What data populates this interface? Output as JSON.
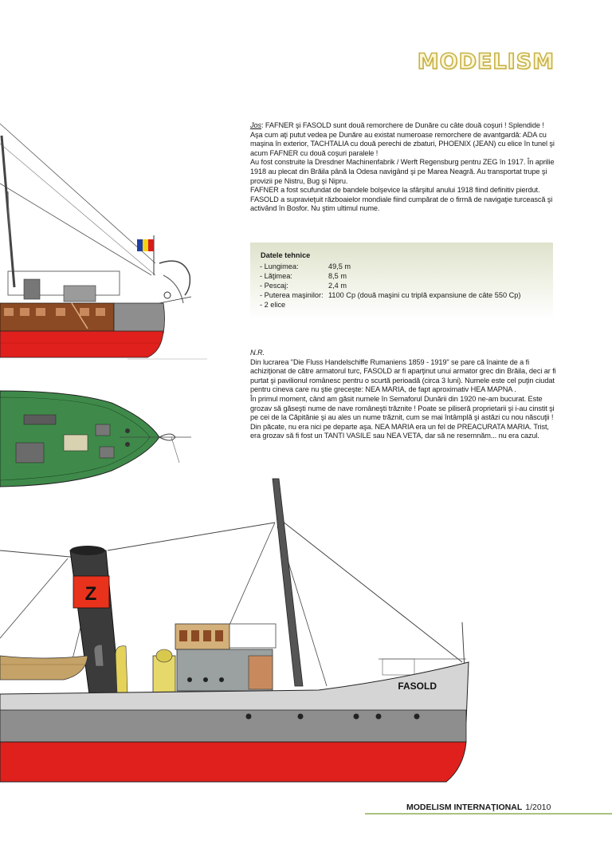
{
  "header": {
    "brand": "MODELISM"
  },
  "intro": {
    "lead": "Jos",
    "lines": [
      ": FAFNER şi FASOLD sunt două remorchere de Dunăre cu câte două coşuri ! Splendide ! Aşa cum aţi putut vedea pe Dunăre au existat numeroase remorchere de avantgardă: ADA cu maşina în exterior, TACHTALIA cu două perechi de zbaturi, PHOENIX (JEAN) cu elice în tunel şi acum FAFNER cu două coşuri paralele !",
      "Au fost construite la Dresdner Machinenfabrik / Werft Regensburg pentru ZEG în 1917. În aprilie 1918 au plecat din Brăila până la Odesa navigând şi pe Marea Neagră. Au transportat trupe şi provizii pe Nistru, Bug şi Nipru.",
      "FAFNER a fost scufundat de bandele bolşevice la sfârşitul anului 1918 fiind definitiv pierdut.",
      "FASOLD a supravieţuit războaielor mondiale fiind cumpărat de o firmă de navigaţie turcească şi activând în Bosfor. Nu ştim ultimul nume."
    ]
  },
  "specs": {
    "title": "Datele tehnice",
    "rows": [
      {
        "label": "- Lungimea:",
        "value": "49,5 m"
      },
      {
        "label": "- Lăţimea:",
        "value": "8,5 m"
      },
      {
        "label": "- Pescaj:",
        "value": "2,4 m"
      },
      {
        "label": "- Puterea maşinilor:",
        "value": "1100 Cp (două maşini cu triplă expansiune de câte 550 Cp)"
      },
      {
        "label": "- 2 elice",
        "value": ""
      }
    ]
  },
  "note": {
    "heading": "N.R.",
    "paragraph_1": "Din lucrarea \"Die Fluss Handelschiffe Rumaniens 1859 - 1919\" se pare că înainte de a fi achiziţionat de către armatorul turc, FASOLD ar fi aparţinut unui armator grec din Brăila, deci ar fi purtat şi pavilionul românesc pentru o scurtă perioadă (circa 3 luni). Numele este cel puţin ciudat pentru cineva care nu ştie greceşte: NEA MARIA, de fapt aproximativ  HEA MAPNA .",
    "paragraph_2": "În primul moment, când am găsit numele în Semaforul Dunării din 1920 ne-am bucurat. Este grozav să găseşti nume de nave româneşti trăznite ! Poate se piliseră proprietarii şi i-au cinstit şi pe cei de la Căpitănie şi au ales un nume trăznit, cum se mai întâmplă şi astăzi cu nou născuţii ! Din păcate, nu era nici pe departe aşa. NEA MARIA era un fel de PREACURATA MARIA. Trist, era grozav să fi fost un TANTI VASILE sau NEA VETA, dar să ne resemnăm... nu era cazul."
  },
  "drawing": {
    "funnel_letter": "Z",
    "ship_name": "FASOLD",
    "colors": {
      "hull_red": "#e0201c",
      "hull_grey": "#8e8e8e",
      "deck_green": "#3f8a4a",
      "wood": "#8b4a23",
      "funnel_band": "#e8321c"
    }
  },
  "footer": {
    "magazine": "MODELISM INTERNAŢIONAL",
    "issue": "1/2010"
  }
}
